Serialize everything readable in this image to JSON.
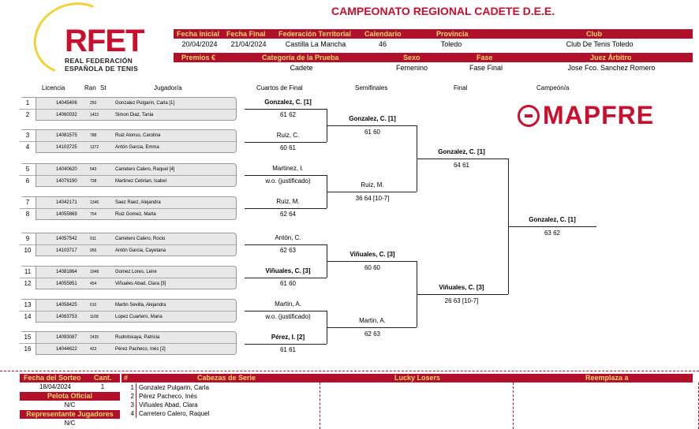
{
  "header": {
    "title": "CAMPEONATO REGIONAL CADETE D.E.E.",
    "logo_main": "RFET",
    "logo_line1": "REAL FEDERACIÓN",
    "logo_line2": "ESPAÑOLA DE TENIS",
    "labels": {
      "fecha_inicial": "Fecha Inicial",
      "fecha_final": "Fecha Final",
      "federacion": "Federación Territorial",
      "calendario": "Calendario",
      "provincia": "Provincia",
      "club": "Club",
      "premios": "Premios €",
      "categoria": "Categoría de la Prueba",
      "sexo": "Sexo",
      "fase": "Fase",
      "juez": "Juez Árbitro"
    },
    "values": {
      "fecha_inicial": "20/04/2024",
      "fecha_final": "21/04/2024",
      "federacion": "Castilla La Mancha",
      "calendario": "46",
      "provincia": "Toledo",
      "club": "Club De Tenis Toledo",
      "premios": "",
      "categoria": "Cadete",
      "sexo": "Femenino",
      "fase": "Fase Final",
      "juez": "Jose Fco. Sanchez Romero"
    }
  },
  "columns": {
    "licencia": "Licencia",
    "ranking": "Ran",
    "st": "St",
    "jugador": "Jugador/a",
    "cuartos": "Cuartos de Final",
    "semis": "Semifinales",
    "final": "Final",
    "campeon": "Campeón/a"
  },
  "sponsor": "MAPFRE",
  "players": [
    {
      "seed": "1",
      "lic": "14045406",
      "rank": "250",
      "name": "Gonzalez Pulgarin, Carla [1]"
    },
    {
      "seed": "2",
      "lic": "14060032",
      "rank": "1422",
      "name": "Simon Diaz, Tania"
    },
    {
      "seed": "3",
      "lic": "14081575",
      "rank": "788",
      "name": "Ruiz Alonso, Carolina"
    },
    {
      "seed": "4",
      "lic": "14103725",
      "rank": "1372",
      "name": "Antón Garcia, Emma"
    },
    {
      "seed": "5",
      "lic": "14040620",
      "rank": "543",
      "name": "Carretero Calero, Raquel [4]"
    },
    {
      "seed": "6",
      "lic": "14079190",
      "rank": "738",
      "name": "Martinez Cebrian, Isabel"
    },
    {
      "seed": "7",
      "lic": "14042171",
      "rank": "1346",
      "name": "Saez Raez, Alejandra"
    },
    {
      "seed": "8",
      "lic": "14055869",
      "rank": "754",
      "name": "Ruiz Gomez, Marta"
    },
    {
      "seed": "9",
      "lic": "14057542",
      "rank": "911",
      "name": "Carretero Calero, Rocio"
    },
    {
      "seed": "10",
      "lic": "14103717",
      "rank": "956",
      "name": "Antón Garcia, Cayetana"
    },
    {
      "seed": "11",
      "lic": "14081864",
      "rank": "1948",
      "name": "Gomez Lores, Leire"
    },
    {
      "seed": "12",
      "lic": "14055851",
      "rank": "454",
      "name": "Viñuales Abad, Clara [3]"
    },
    {
      "seed": "13",
      "lic": "14058425",
      "rank": "610",
      "name": "Martin Sevilla, Alejandra"
    },
    {
      "seed": "14",
      "lic": "14083753",
      "rank": "1168",
      "name": "Lopez Cuartero, Maria"
    },
    {
      "seed": "15",
      "lic": "14093087",
      "rank": "2435",
      "name": "Rudnitskaya, Patricia"
    },
    {
      "seed": "16",
      "lic": "14044622",
      "rank": "423",
      "name": "Pérez Pacheco, Inés [2]"
    }
  ],
  "qf": [
    {
      "winner": "Gonzalez, C. [1]",
      "score": "61 62",
      "bold": true
    },
    {
      "winner": "Ruiz, C.",
      "score": "60 61",
      "bold": false
    },
    {
      "winner": "Martinez, I.",
      "score": "w.o. (justificado)",
      "bold": false
    },
    {
      "winner": "Ruiz, M.",
      "score": "62 64",
      "bold": false
    },
    {
      "winner": "Antón, C.",
      "score": "62 63",
      "bold": false
    },
    {
      "winner": "Viñuales, C. [3]",
      "score": "61 60",
      "bold": true
    },
    {
      "winner": "Martin, A.",
      "score": "w.o. (justificado)",
      "bold": false
    },
    {
      "winner": "Pérez, I. [2]",
      "score": "61 61",
      "bold": true
    }
  ],
  "sf": [
    {
      "winner": "Gonzalez, C. [1]",
      "score": "61 60",
      "bold": true
    },
    {
      "winner": "Ruiz, M.",
      "score": "36 64 [10-7]",
      "bold": false
    },
    {
      "winner": "Viñuales, C. [3]",
      "score": "60 60",
      "bold": true
    },
    {
      "winner": "Martin, A.",
      "score": "62 63",
      "bold": false
    }
  ],
  "final": [
    {
      "winner": "Gonzalez, C. [1]",
      "score": "64 61",
      "bold": true
    },
    {
      "winner": "Viñuales, C. [3]",
      "score": "26 63 [10-7]",
      "bold": true
    }
  ],
  "champion": {
    "winner": "Gonzalez, C. [1]",
    "score": "63 62",
    "bold": true
  },
  "footer": {
    "fecha_sorteo_label": "Fecha del Sorteo",
    "cant_label": "Cant.",
    "fecha_sorteo": "18/04/2024",
    "cant": "1",
    "pelota_label": "Pelota Oficial",
    "pelota": "N/C",
    "representante_label": "Representante Jugadores",
    "representante": "N/C",
    "num_label": "#",
    "cabezas_label": "Cabezas de Serie",
    "lucky_label": "Lucky Losers",
    "reemplaza_label": "Reemplaza a",
    "seeds": [
      {
        "n": "1",
        "name": "Gonzalez Pulgarin, Carla"
      },
      {
        "n": "2",
        "name": "Pérez Pacheco, Inés"
      },
      {
        "n": "3",
        "name": "Viñuales Abad, Clara"
      },
      {
        "n": "4",
        "name": "Carretero Calero, Raquel"
      }
    ]
  }
}
